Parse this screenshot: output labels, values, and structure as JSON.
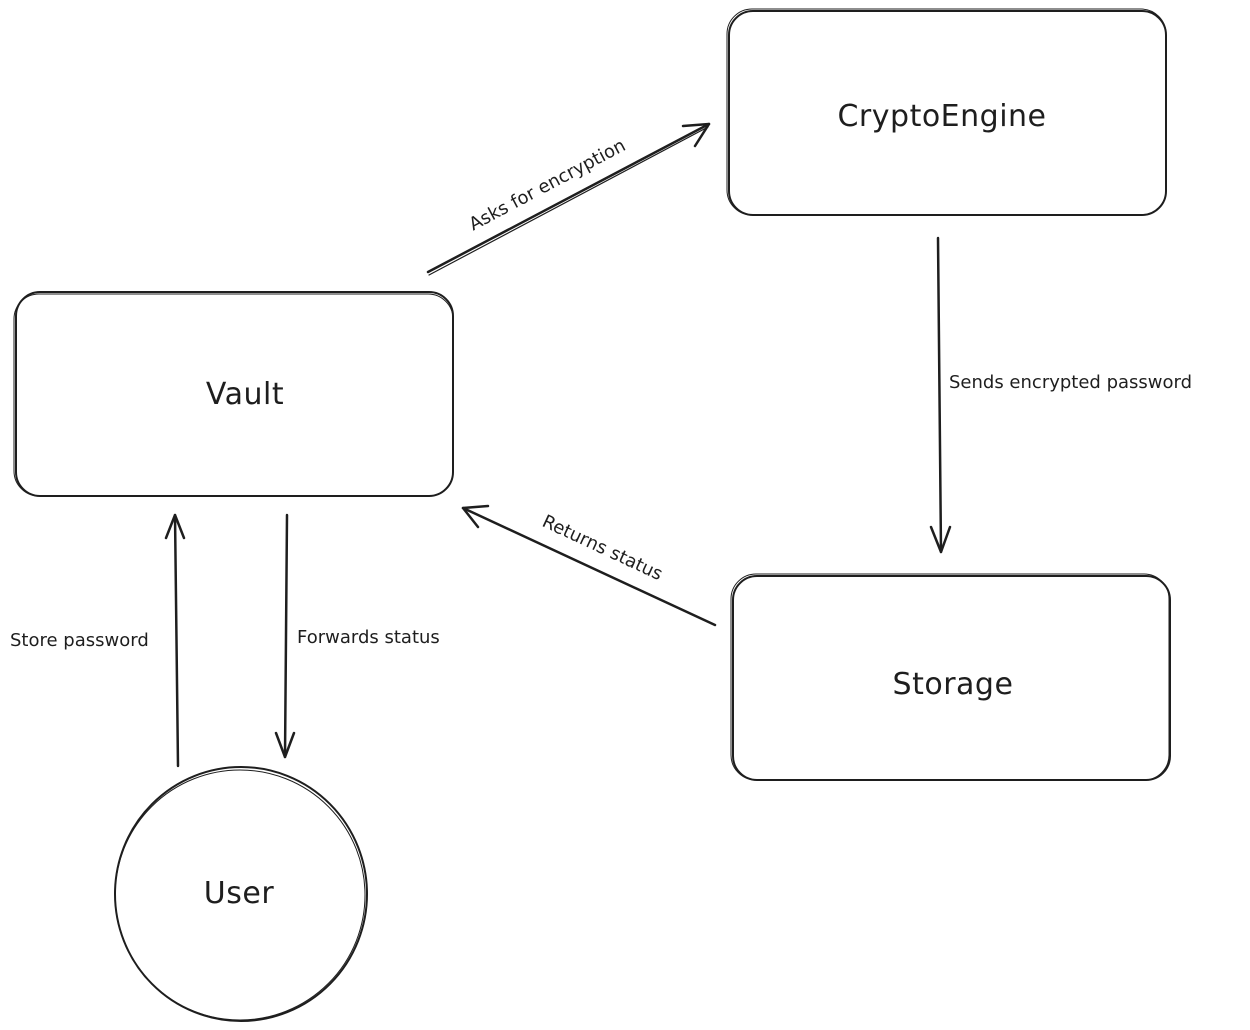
{
  "nodes": {
    "crypto_engine": "CryptoEngine",
    "vault": "Vault",
    "storage": "Storage",
    "user": "User"
  },
  "edges": {
    "asks_for_encryption": "Asks for encryption",
    "sends_encrypted_password": "Sends encrypted password",
    "returns_status": "Returns status",
    "store_password": "Store password",
    "forwards_status": "Forwards status"
  },
  "colors": {
    "stroke": "#1e1e1e",
    "background": "#ffffff"
  }
}
